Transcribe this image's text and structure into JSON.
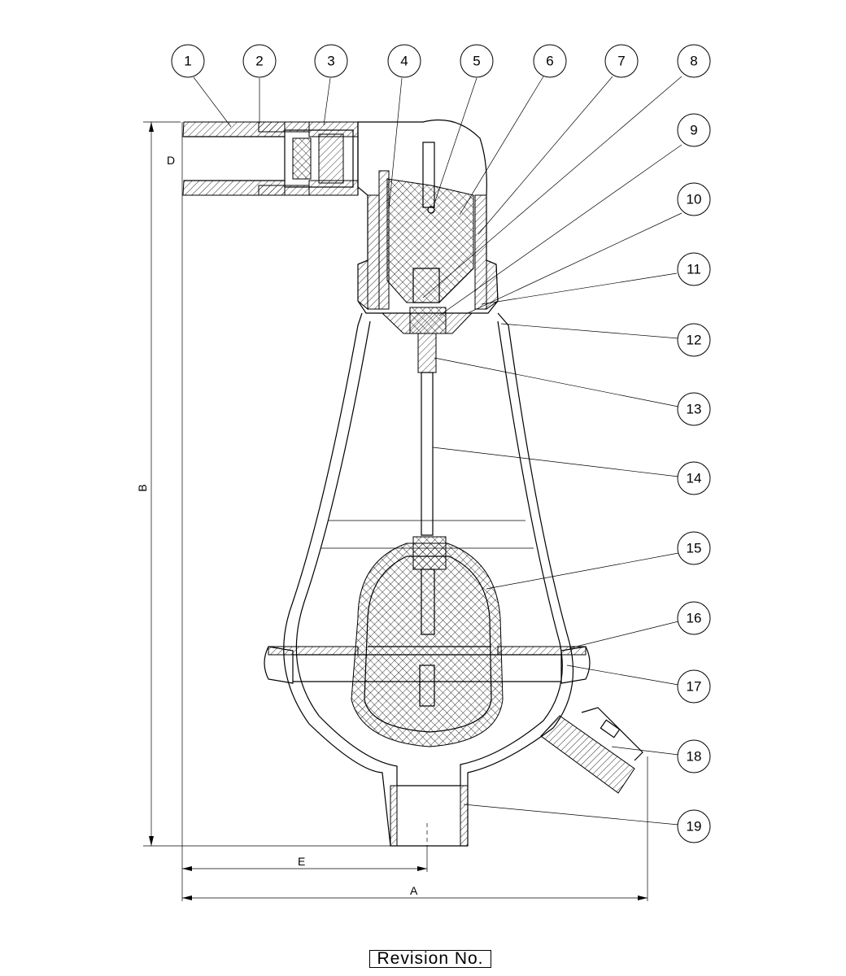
{
  "drawing": {
    "item_numbers": [
      "1",
      "2",
      "3",
      "4",
      "5",
      "6",
      "7",
      "8",
      "9",
      "10",
      "11",
      "12",
      "13",
      "14",
      "15",
      "16",
      "17",
      "18",
      "19"
    ],
    "dimensions": {
      "A": "A",
      "B": "B",
      "D": "D",
      "E": "E"
    }
  },
  "title_block": {
    "revision_label": "Revision No."
  }
}
